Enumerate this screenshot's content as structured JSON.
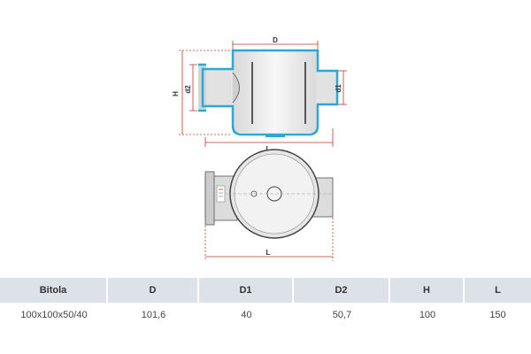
{
  "drawing": {
    "top_view_labels": {
      "D": "D",
      "H": "H",
      "d2": "d2",
      "d1": "d1",
      "L": "L"
    },
    "bottom_view_labels": {
      "L": "L"
    },
    "colors": {
      "outline": "#2aa8d8",
      "dimension": "#c0392b",
      "body_fill": "#eeeeee",
      "line": "#444444"
    }
  },
  "table": {
    "headers": [
      "Bitola",
      "D",
      "D1",
      "D2",
      "H",
      "L"
    ],
    "rows": [
      [
        "100x100x50/40",
        "101,6",
        "40",
        "50,7",
        "100",
        "150"
      ]
    ]
  }
}
